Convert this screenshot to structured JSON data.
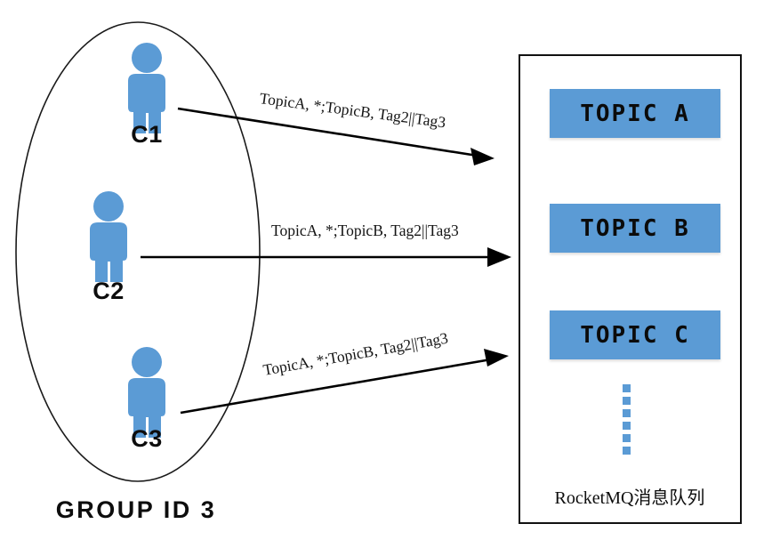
{
  "diagram": {
    "title": "RocketMQ consumer group subscription diagram",
    "accent_color": "#5B9BD5",
    "line_color": "#000000"
  },
  "consumer_group": {
    "caption": "GROUP ID 3",
    "consumers": [
      {
        "label": "C1",
        "icon": "person-icon"
      },
      {
        "label": "C2",
        "icon": "person-icon"
      },
      {
        "label": "C3",
        "icon": "person-icon"
      }
    ]
  },
  "subscriptions": [
    {
      "label": "TopicA, *;TopicB, Tag2||Tag3",
      "from": "C1",
      "to": "TOPIC A"
    },
    {
      "label": "TopicA, *;TopicB, Tag2||Tag3",
      "from": "C2",
      "to": "TOPIC B"
    },
    {
      "label": "TopicA, *;TopicB, Tag2||Tag3",
      "from": "C3",
      "to": "TOPIC C"
    }
  ],
  "broker": {
    "caption": "RocketMQ消息队列",
    "topics": [
      {
        "label": "TOPIC A"
      },
      {
        "label": "TOPIC B"
      },
      {
        "label": "TOPIC C"
      }
    ],
    "more_indicator": "vertical-ellipsis"
  }
}
